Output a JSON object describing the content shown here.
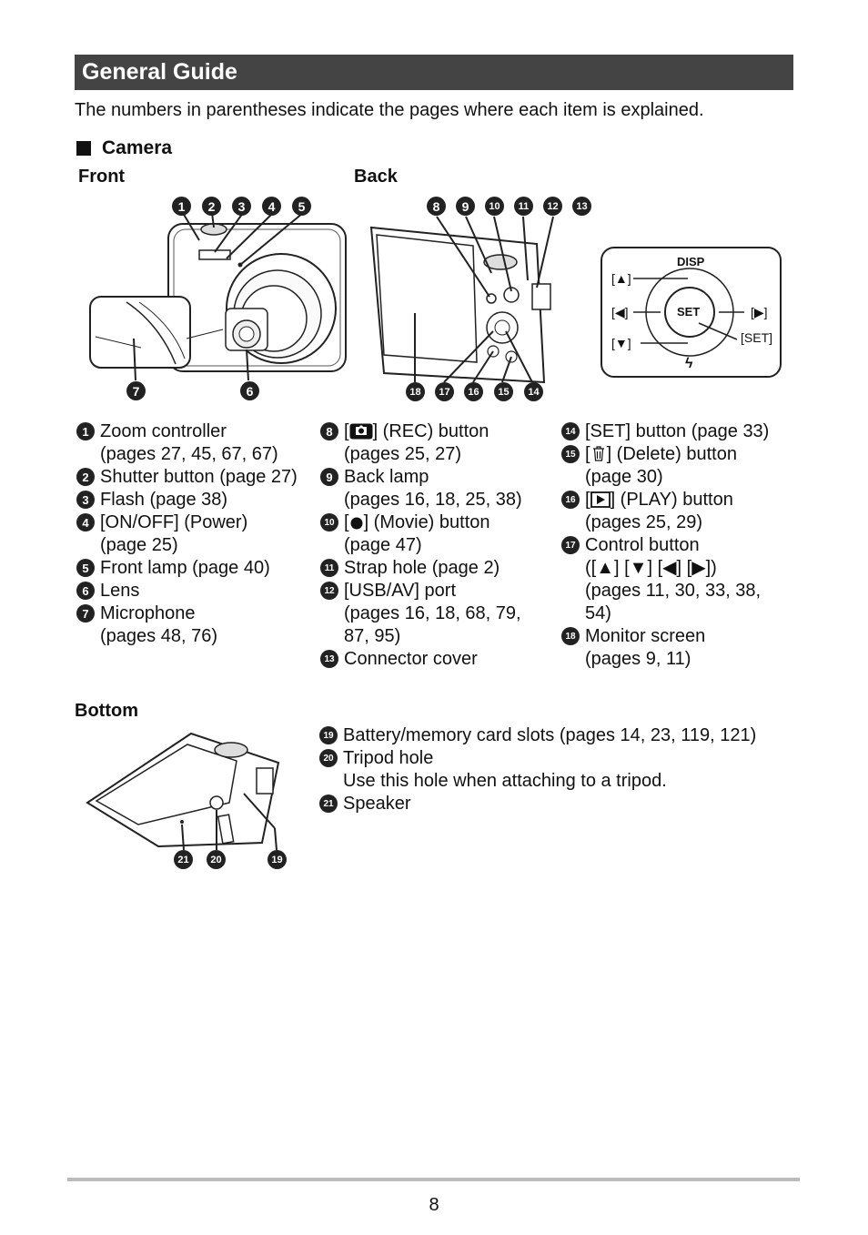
{
  "header": {
    "title": "General Guide"
  },
  "intro": "The numbers in parentheses indicate the pages where each item is explained.",
  "section_title": "Camera",
  "views": {
    "front": "Front",
    "back": "Back",
    "bottom": "Bottom"
  },
  "dial": {
    "disp": "DISP",
    "flash": "ϟ",
    "set": "SET",
    "up": "[▲]",
    "left": "[◀]",
    "down": "[▼]",
    "right": "[▶]",
    "set_label": "[SET]"
  },
  "front_markers": [
    "1",
    "2",
    "3",
    "4",
    "5"
  ],
  "front_bottom_markers": [
    "7",
    "6"
  ],
  "back_top_markers": [
    "8",
    "9",
    "10",
    "11",
    "12",
    "13"
  ],
  "back_bottom_markers": [
    "18",
    "17",
    "16",
    "15",
    "14"
  ],
  "bottom_markers": [
    "21",
    "20",
    "19"
  ],
  "col1": [
    {
      "n": "1",
      "text": "Zoom controller",
      "sub": "(pages 27, 45, 67, 67)"
    },
    {
      "n": "2",
      "text": "Shutter button (page 27)"
    },
    {
      "n": "3",
      "text": "Flash (page 38)"
    },
    {
      "n": "4",
      "text": "[ON/OFF] (Power)",
      "sub": "(page 25)"
    },
    {
      "n": "5",
      "text": "Front lamp (page 40)"
    },
    {
      "n": "6",
      "text": "Lens"
    },
    {
      "n": "7",
      "text": "Microphone",
      "sub": "(pages 48, 76)"
    }
  ],
  "col2": {
    "i8": {
      "n": "8",
      "pre": "[",
      "post": "] (REC) button",
      "sub": "(pages 25, 27)"
    },
    "i9": {
      "n": "9",
      "text": "Back lamp",
      "sub": "(pages 16, 18, 25, 38)"
    },
    "i10": {
      "n": "10",
      "pre": "[",
      "post": "] (Movie) button",
      "sub": "(page 47)"
    },
    "i11": {
      "n": "11",
      "text": "Strap hole (page 2)"
    },
    "i12": {
      "n": "12",
      "text": "[USB/AV] port",
      "sub": "(pages 16, 18, 68, 79,",
      "sub2": "87, 95)"
    },
    "i13": {
      "n": "13",
      "text": "Connector cover"
    }
  },
  "col3": {
    "i14": {
      "n": "14",
      "text": "[SET] button (page 33)"
    },
    "i15": {
      "n": "15",
      "pre": "[",
      "post": "] (Delete) button",
      "sub": "(page 30)"
    },
    "i16": {
      "n": "16",
      "pre": "[",
      "post": "] (PLAY) button",
      "sub": "(pages 25, 29)"
    },
    "i17": {
      "n": "17",
      "text": "Control button",
      "sub": "([▲] [▼] [◀] [▶])",
      "sub2": "(pages 11, 30, 33, 38,",
      "sub3": "54)"
    },
    "i18": {
      "n": "18",
      "text": "Monitor screen",
      "sub": "(pages 9, 11)"
    }
  },
  "bottom_list": [
    {
      "n": "19",
      "text": "Battery/memory card slots (pages 14, 23, 119, 121)"
    },
    {
      "n": "20",
      "text": "Tripod hole",
      "sub": "Use this hole when attaching to a tripod."
    },
    {
      "n": "21",
      "text": "Speaker"
    }
  ],
  "page_number": "8"
}
